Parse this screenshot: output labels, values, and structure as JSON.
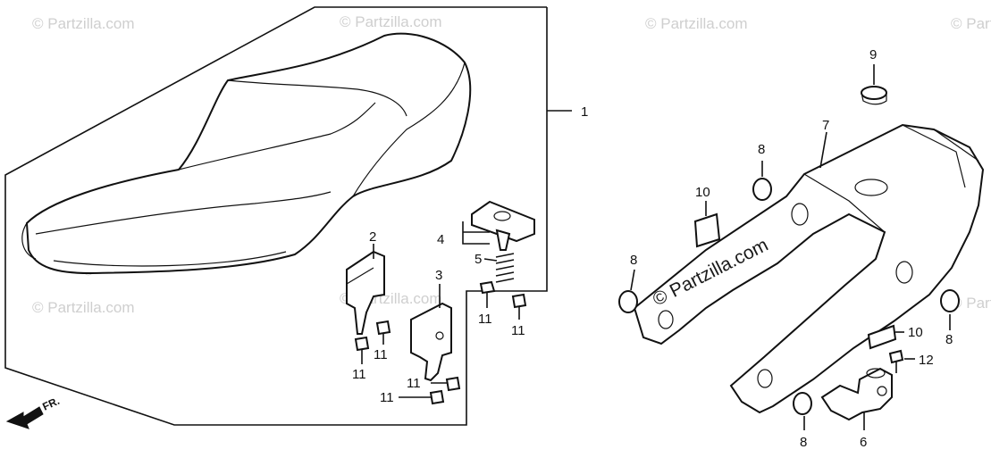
{
  "watermarks": {
    "corner_text": "© Partzilla.com",
    "center_text": "© Partzilla.com"
  },
  "direction_label": "FR.",
  "callouts": {
    "c1": "1",
    "c2": "2",
    "c3": "3",
    "c4": "4",
    "c5": "5",
    "c6": "6",
    "c7": "7",
    "c8a": "8",
    "c8b": "8",
    "c8c": "8",
    "c8d": "8",
    "c9": "9",
    "c10a": "10",
    "c10b": "10",
    "c11a": "11",
    "c11b": "11",
    "c11c": "11",
    "c11d": "11",
    "c11e": "11",
    "c11f": "11",
    "c12": "12"
  },
  "colors": {
    "line": "#111111",
    "watermark": "#cfcfcf",
    "background": "#ffffff"
  }
}
